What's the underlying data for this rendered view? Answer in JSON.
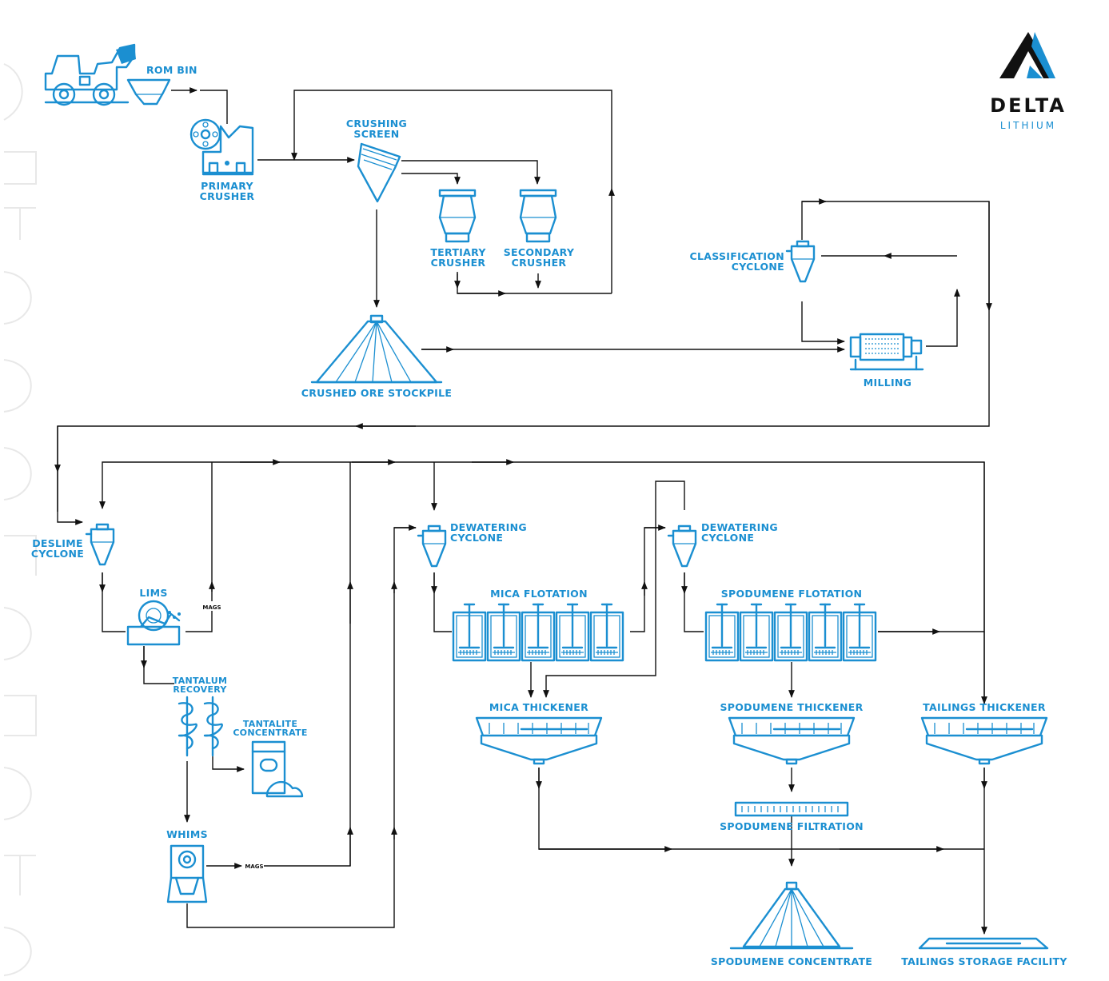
{
  "logo": {
    "name": "DELTA",
    "sub": "LITHIUM",
    "dark": "#111111",
    "accent": "#1b8fd1"
  },
  "labels": {
    "rom_bin": "ROM BIN",
    "primary_crusher": [
      "PRIMARY",
      "CRUSHER"
    ],
    "crushing_screen": [
      "CRUSHING",
      "SCREEN"
    ],
    "tertiary_crusher": [
      "TERTIARY",
      "CRUSHER"
    ],
    "secondary_crusher": [
      "SECONDARY",
      "CRUSHER"
    ],
    "classification_cyclone": [
      "CLASSIFICATION",
      "CYCLONE"
    ],
    "crushed_ore_stockpile": "CRUSHED ORE STOCKPILE",
    "milling": "MILLING",
    "deslime_cyclone": [
      "DESLIME",
      "CYCLONE"
    ],
    "lims": "LIMS",
    "mags_1": "MAGS",
    "tantalum_recovery": [
      "TANTALUM",
      "RECOVERY"
    ],
    "tantalite_concentrate": [
      "TANTALITE",
      "CONCENTRATE"
    ],
    "whims": "WHIMS",
    "mags_2": "MAGS",
    "dewatering_cyclone_1": [
      "DEWATERING",
      "CYCLONE"
    ],
    "dewatering_cyclone_2": [
      "DEWATERING",
      "CYCLONE"
    ],
    "mica_flotation": "MICA FLOTATION",
    "spodumene_flotation": "SPODUMENE FLOTATION",
    "mica_thickener": "MICA THICKENER",
    "spodumene_thickener": "SPODUMENE THICKENER",
    "tailings_thickener": "TAILINGS THICKENER",
    "spodumene_filtration": "SPODUMENE FILTRATION",
    "spodumene_concentrate": "SPODUMENE CONCENTRATE",
    "tailings_storage_facility": "TAILINGS STORAGE FACILITY"
  }
}
